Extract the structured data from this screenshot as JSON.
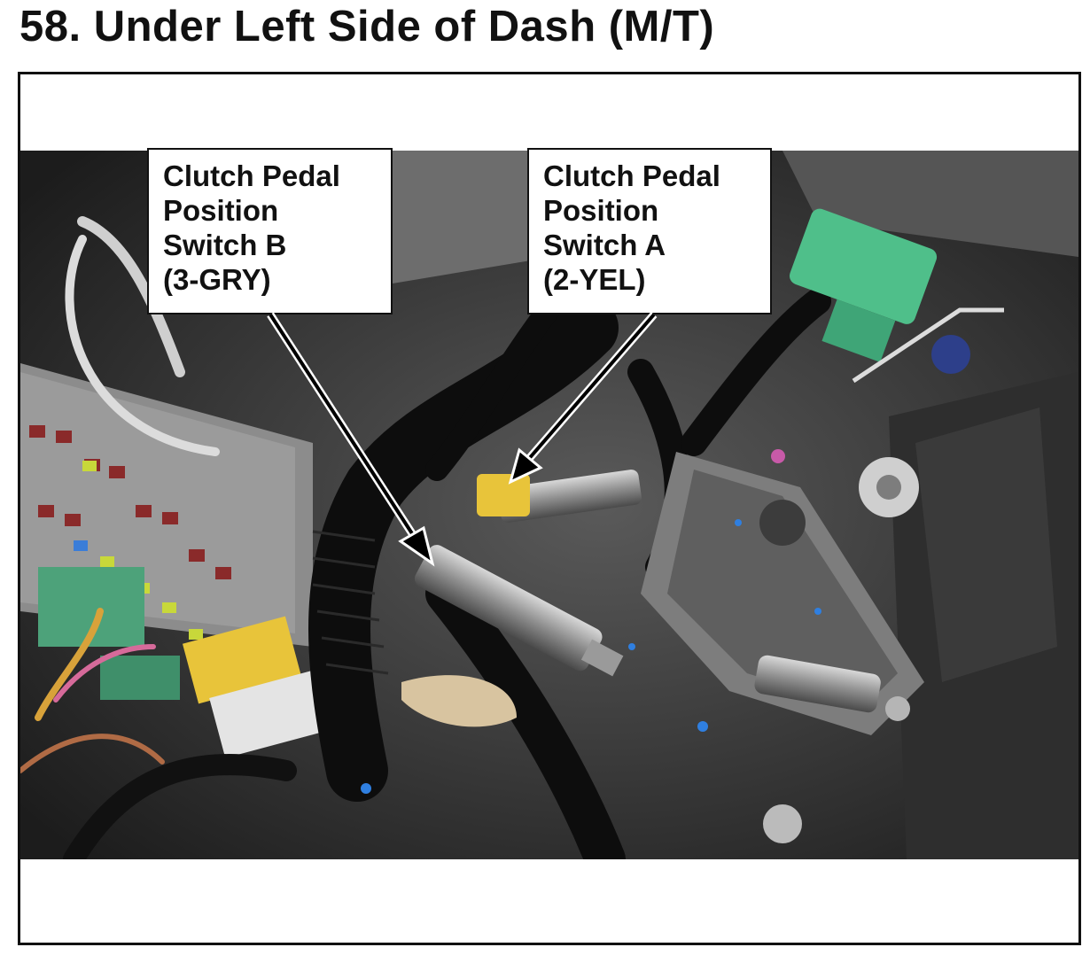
{
  "page": {
    "title": "58.  Under Left Side of Dash (M/T)"
  },
  "callouts": [
    {
      "id": "switch-b",
      "lines": [
        "Clutch Pedal",
        "Position",
        "Switch B",
        "(3-GRY)"
      ]
    },
    {
      "id": "switch-a",
      "lines": [
        "Clutch Pedal",
        "Position",
        "Switch A",
        "(2-YEL)"
      ]
    }
  ],
  "colors": {
    "frame": "#111111",
    "connector_a": "#e8c43a",
    "connector_green": "#4fbf8a",
    "fuse_box": "#8c8c8c"
  }
}
